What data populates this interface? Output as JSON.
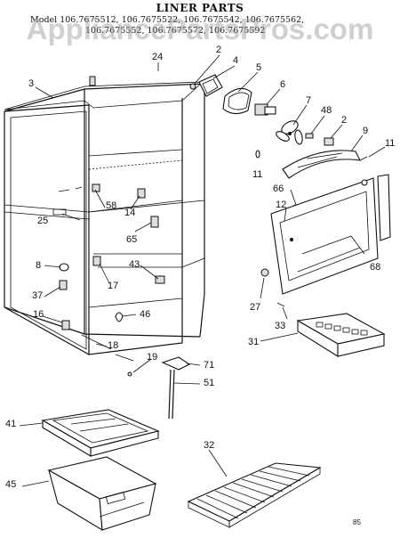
{
  "header": {
    "title": "LINER PARTS",
    "model_line1": "Model 106.7675512, 106.7675522, 106.7675542, 106.7675562,",
    "model_line2": "106.7675552, 106.7675572, 106.7675592"
  },
  "watermark": "AppliancePartsPros.com",
  "page_code": "85",
  "part_numbers": {
    "p2a": "2",
    "p4": "4",
    "p5": "5",
    "p24": "24",
    "p3": "3",
    "p6": "6",
    "p7": "7",
    "p48": "48",
    "p2b": "2",
    "p9": "9",
    "p11a": "11",
    "p11b": "11",
    "p66": "66",
    "p12": "12",
    "p68": "68",
    "p58": "58",
    "p14": "14",
    "p25": "25",
    "p65": "65",
    "p8": "8",
    "p17": "17",
    "p43": "43",
    "p37": "37",
    "p16": "16",
    "p46": "46",
    "p18": "18",
    "p19": "19",
    "p71": "71",
    "p51": "51",
    "p27": "27",
    "p33": "33",
    "p31": "31",
    "p41": "41",
    "p45": "45",
    "p32": "32"
  },
  "colors": {
    "line": "#111111",
    "background": "#ffffff",
    "watermark": "#969696"
  }
}
